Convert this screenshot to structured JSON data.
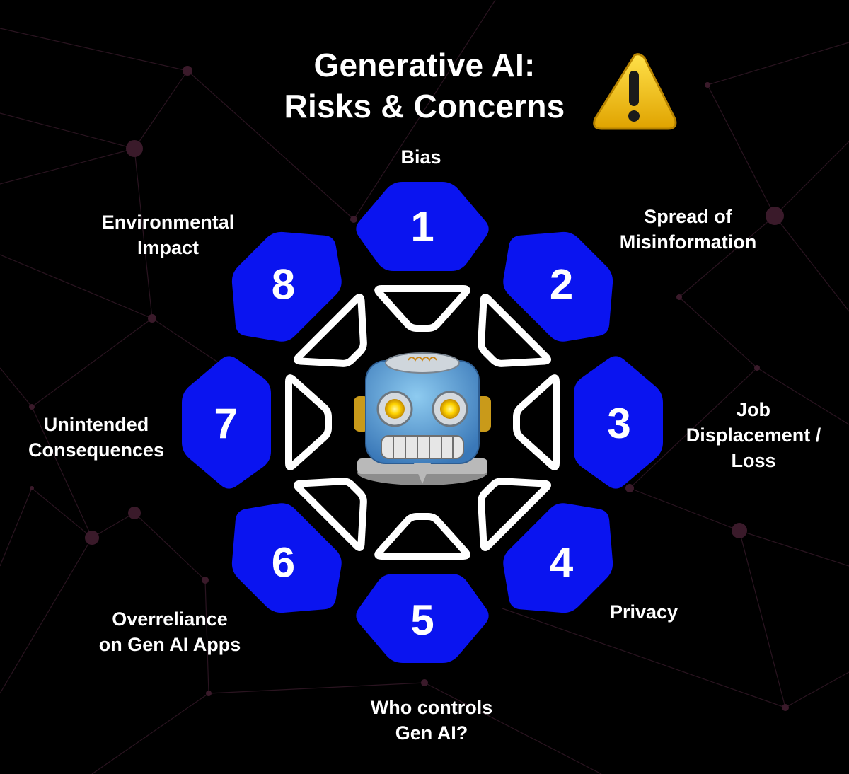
{
  "title": {
    "line1": "Generative AI:",
    "line2": "Risks & Concerns"
  },
  "icons": {
    "warning": "warning-sign-icon",
    "center": "robot-face-icon"
  },
  "colors": {
    "background": "#000000",
    "hexagon": "#0a14f0",
    "text": "#ffffff",
    "network": "#3a1a2a",
    "warning": "#f2c200"
  },
  "items": [
    {
      "number": "1",
      "label": "Bias"
    },
    {
      "number": "2",
      "label": "Spread of\nMisinformation"
    },
    {
      "number": "3",
      "label": "Job\nDisplacement /\nLoss"
    },
    {
      "number": "4",
      "label": "Privacy"
    },
    {
      "number": "5",
      "label": "Who controls\nGen AI?"
    },
    {
      "number": "6",
      "label": "Overreliance\non Gen AI Apps"
    },
    {
      "number": "7",
      "label": "Unintended\nConsequences"
    },
    {
      "number": "8",
      "label": "Environmental\nImpact"
    }
  ]
}
